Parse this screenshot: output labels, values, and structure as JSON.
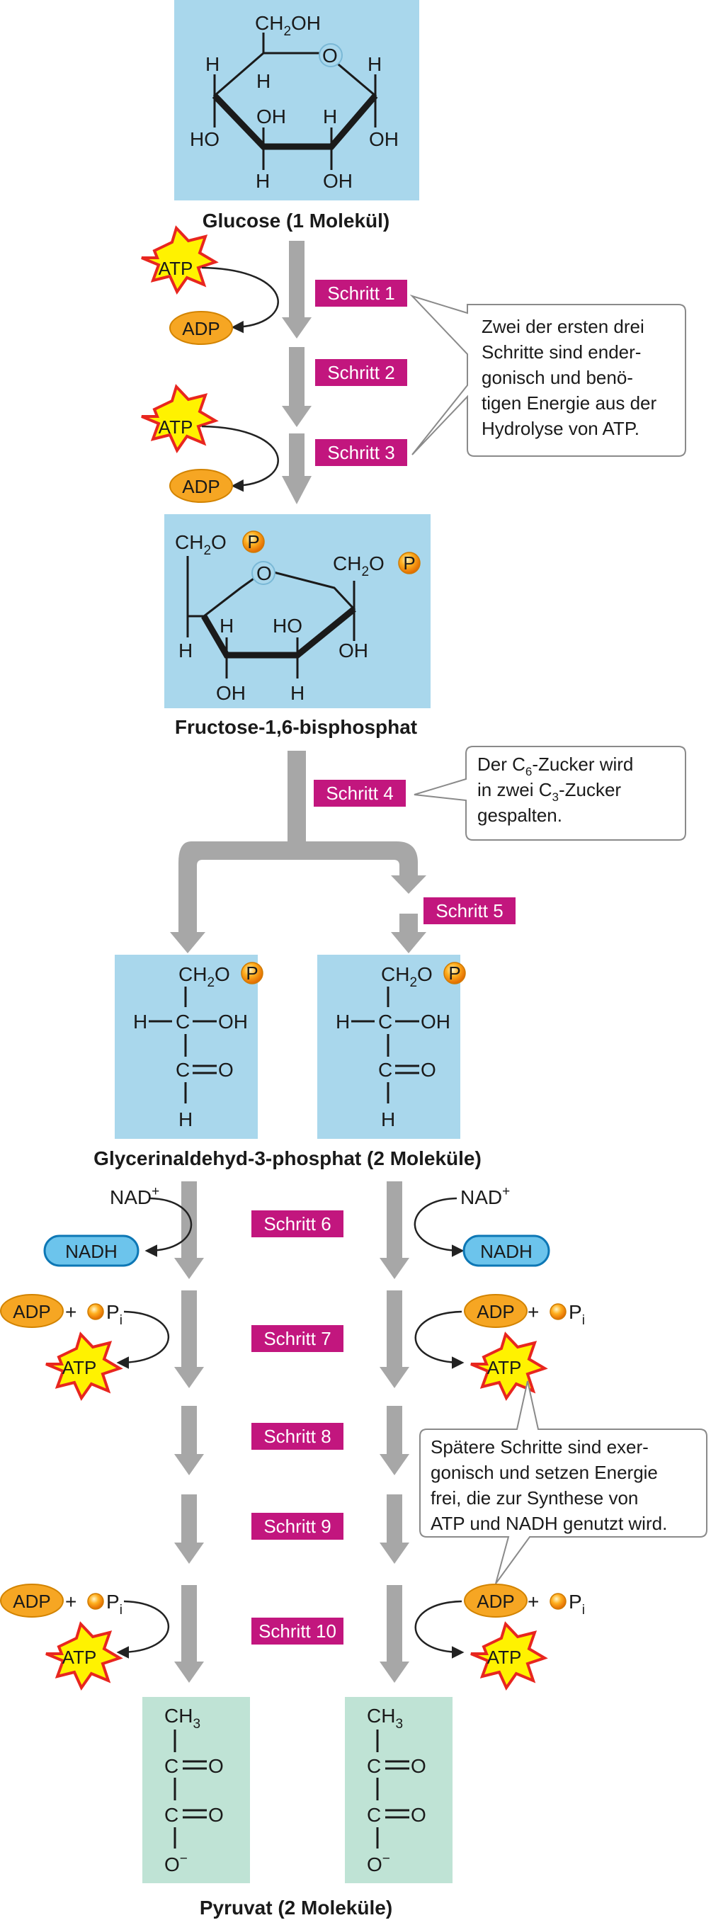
{
  "molecules": {
    "glucose": {
      "label": "Glucose (1 Molekül)",
      "ring_o": "O",
      "ch2oh": "CH2OH"
    },
    "fructose": {
      "label": "Fructose-1,6-bisphosphat"
    },
    "g3p": {
      "label": "Glycerinaldehyd-3-phosphat (2 Moleküle)"
    },
    "pyruvate": {
      "label": "Pyruvat (2 Moleküle)"
    }
  },
  "steps": [
    "Schritt 1",
    "Schritt 2",
    "Schritt 3",
    "Schritt 4",
    "Schritt 5",
    "Schritt 6",
    "Schritt 7",
    "Schritt 8",
    "Schritt 9",
    "Schritt 10"
  ],
  "cofactors": {
    "atp": "ATP",
    "adp": "ADP",
    "nad": "NAD",
    "nadh": "NADH",
    "p": "P",
    "pi": "P",
    "pi_sub": "i",
    "plus": "+",
    "charge_plus": "+"
  },
  "notes": {
    "note1": [
      "Zwei der ersten drei",
      "Schritte sind ender-",
      "gonisch und benö-",
      "tigen Energie aus der",
      "Hydrolyse von ATP."
    ],
    "note3": [
      "Spätere Schritte sind exer-",
      "gonisch und setzen Energie",
      "frei, die zur Synthese von",
      "ATP und NADH genutzt wird."
    ]
  },
  "colors": {
    "blue_box": "#a9d7ec",
    "green_box": "#bfe3d5",
    "step_magenta": "#c2167e",
    "arrow_gray": "#a7a7a7",
    "adp_orange": "#f6a623",
    "atp_red": "#e8261f",
    "atp_yellow": "#fff200",
    "nadh_blue": "#6cc4ec"
  }
}
